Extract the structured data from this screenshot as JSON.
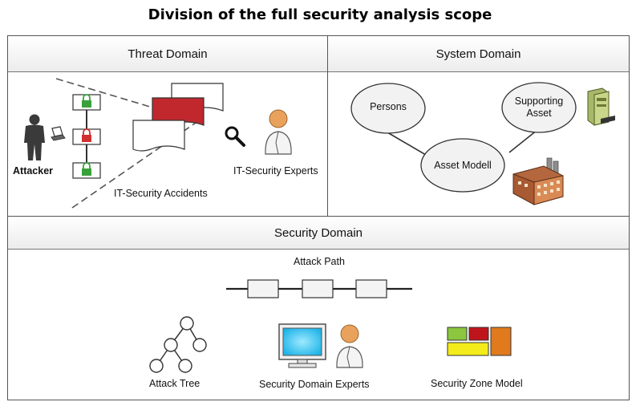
{
  "title": "Division of the full security analysis scope",
  "threat_domain": {
    "header": "Threat Domain",
    "attacker_label": "Attacker",
    "accidents_label": "IT-Security Accidents",
    "experts_label": "IT-Security Experts"
  },
  "system_domain": {
    "header": "System Domain",
    "persons": "Persons",
    "supporting_asset": "Supporting Asset",
    "asset_model": "Asset Modell"
  },
  "security_domain": {
    "header": "Security Domain",
    "attack_path": "Attack Path",
    "attack_tree": "Attack Tree",
    "domain_experts": "Security Domain Experts",
    "zone_model": "Security Zone Model"
  },
  "colors": {
    "red_doc": "#c0282d",
    "lock_green": "#3aa13a",
    "lock_red": "#d03030",
    "zone_green": "#8cc63e",
    "zone_red": "#c0141c",
    "zone_yellow": "#f4ec1a",
    "zone_orange": "#e07a1c",
    "monitor_cyan": "#39c7f2"
  }
}
